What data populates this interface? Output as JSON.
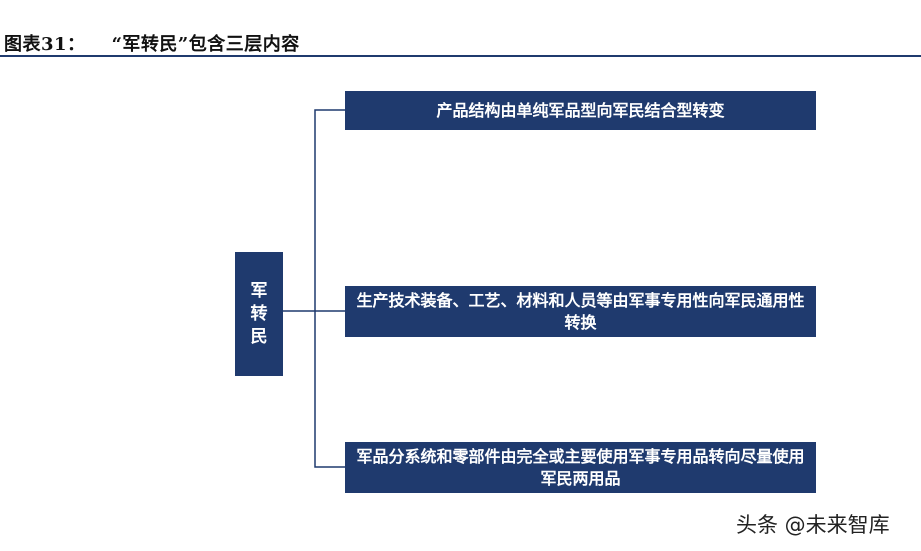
{
  "figure": {
    "label": "图表31：",
    "title": "“军转民”包含三层内容"
  },
  "diagram": {
    "root": "军转民",
    "children": [
      {
        "text": "产品结构由单纯军品型向军民结合型转变"
      },
      {
        "text": "生产技术装备、工艺、材料和人员等由军事专用性向军民通用性转换"
      },
      {
        "text": "军品分系统和零部件由完全或主要使用军事专用品转向尽量使用军民两用品"
      }
    ]
  },
  "watermark": "头条 @未来智库",
  "colors": {
    "node_fill": "#1f3a6e",
    "node_text": "#ffffff",
    "rule": "#1f3a6e"
  }
}
